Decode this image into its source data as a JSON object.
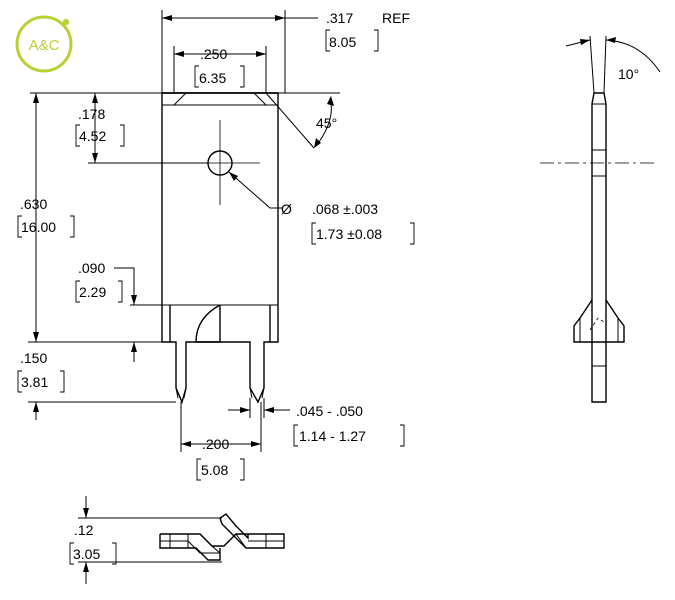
{
  "logo": {
    "text": "A&C",
    "color": "#b5d334"
  },
  "dimensions": {
    "overall_width_ref": {
      "inch": ".317",
      "note": "REF",
      "mm": "8.05"
    },
    "top_width": {
      "inch": ".250",
      "mm": "6.35"
    },
    "chamfer_angle": "45°",
    "hole_from_top": {
      "inch": ".178",
      "mm": "4.52"
    },
    "hole_diameter": {
      "symbol": "Ø",
      "inch": ".068 ±.003",
      "mm": "1.73 ±0.08"
    },
    "overall_length": {
      "inch": ".630",
      "mm": "16.00"
    },
    "notch_height": {
      "inch": ".090",
      "mm": "2.29"
    },
    "leg_length": {
      "inch": ".150",
      "mm": "3.81"
    },
    "leg_width": {
      "inch": ".045  -  .050",
      "mm": "1.14  -  1.27"
    },
    "leg_spacing": {
      "inch": ".200",
      "mm": "5.08"
    },
    "bend_height": {
      "inch": ".12",
      "mm": "3.05"
    },
    "side_angle": "10°"
  }
}
